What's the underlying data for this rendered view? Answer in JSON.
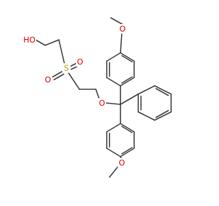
{
  "molecule": {
    "colors": {
      "bond": "#3a3a3a",
      "oxygen": "#e00000",
      "sulfur": "#b3a100",
      "hydrogen_label": "#e00000"
    },
    "atom_labels": {
      "hydroxyl": "HO",
      "sulfur": "S",
      "sulfonyl_o1": "O",
      "sulfonyl_o2": "O",
      "ether_o": "O",
      "methoxy_top_o": "O",
      "methoxy_bottom_o": "O"
    }
  }
}
